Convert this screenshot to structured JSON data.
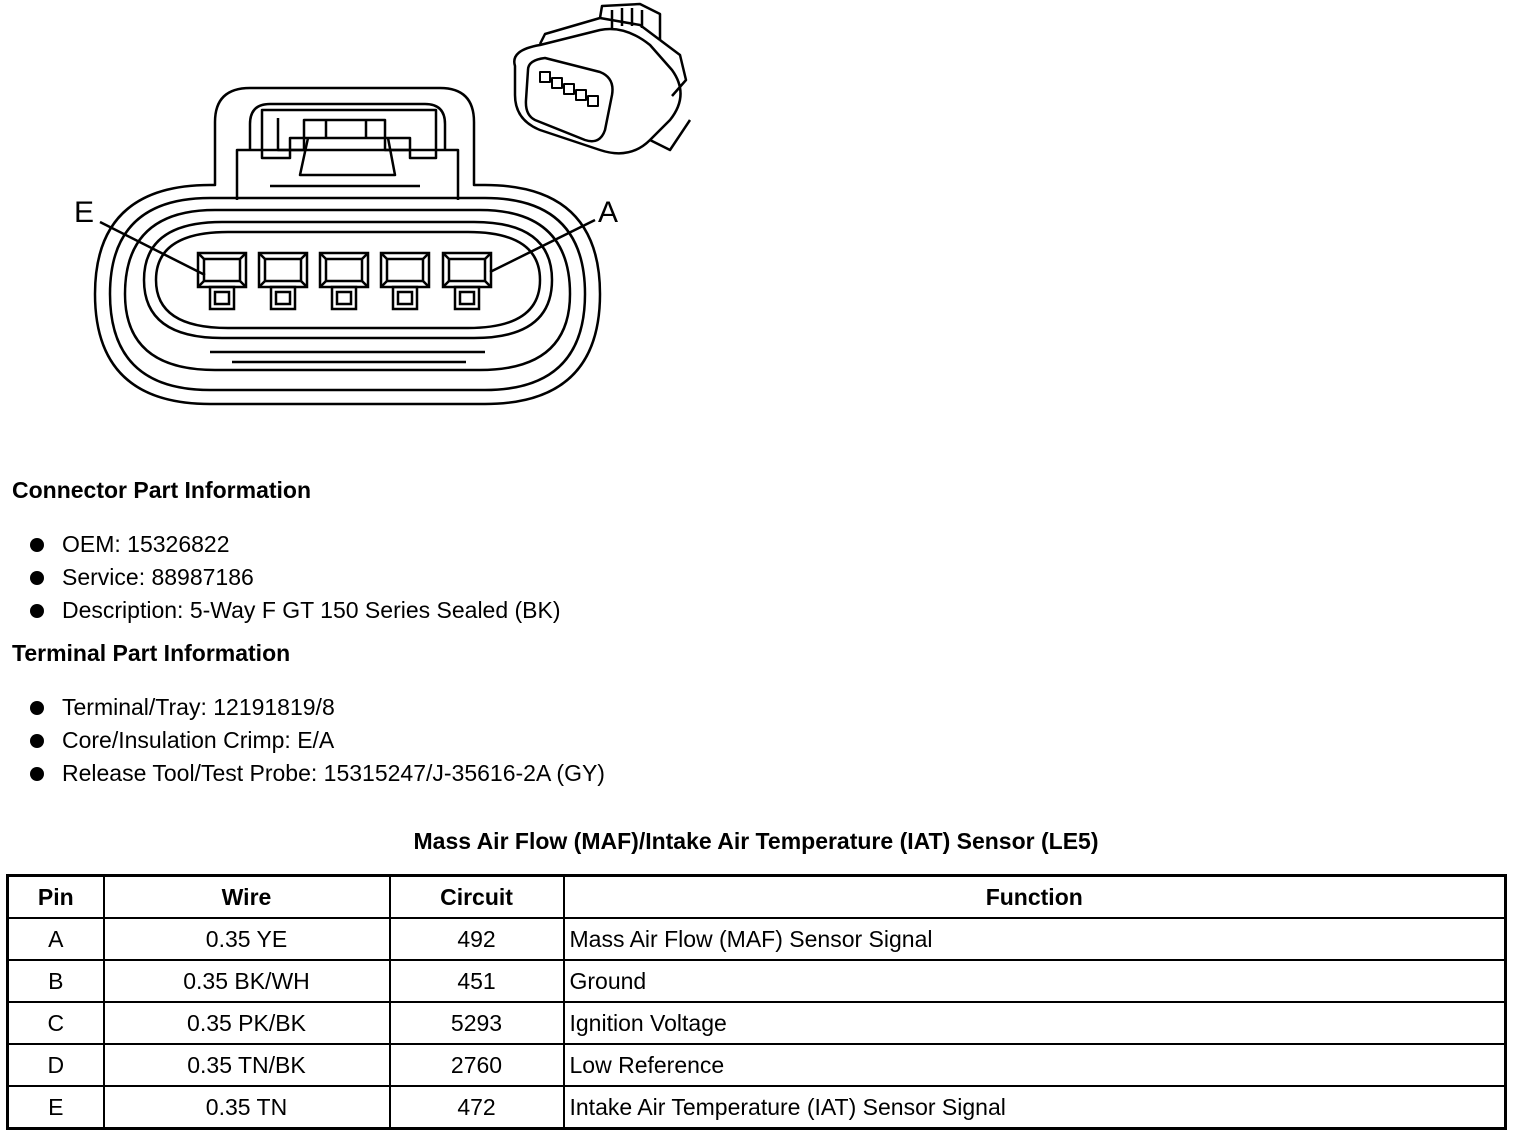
{
  "diagram": {
    "pin_labels": {
      "left": "E",
      "right": "A"
    },
    "pin_count": 5
  },
  "connector": {
    "heading": "Connector Part Information",
    "items": [
      "OEM: 15326822",
      "Service: 88987186",
      "Description: 5-Way F GT 150 Series Sealed (BK)"
    ]
  },
  "terminal": {
    "heading": "Terminal Part Information",
    "items": [
      "Terminal/Tray: 12191819/8",
      "Core/Insulation Crimp: E/A",
      "Release Tool/Test Probe: 15315247/J-35616-2A (GY)"
    ]
  },
  "table": {
    "title": "Mass Air Flow (MAF)/Intake Air Temperature (IAT) Sensor (LE5)",
    "headers": [
      "Pin",
      "Wire",
      "Circuit",
      "Function"
    ],
    "rows": [
      [
        "A",
        "0.35 YE",
        "492",
        "Mass Air Flow (MAF) Sensor Signal"
      ],
      [
        "B",
        "0.35 BK/WH",
        "451",
        "Ground"
      ],
      [
        "C",
        "0.35 PK/BK",
        "5293",
        "Ignition Voltage"
      ],
      [
        "D",
        "0.35 TN/BK",
        "2760",
        "Low Reference"
      ],
      [
        "E",
        "0.35 TN",
        "472",
        "Intake Air Temperature (IAT) Sensor Signal"
      ]
    ]
  }
}
